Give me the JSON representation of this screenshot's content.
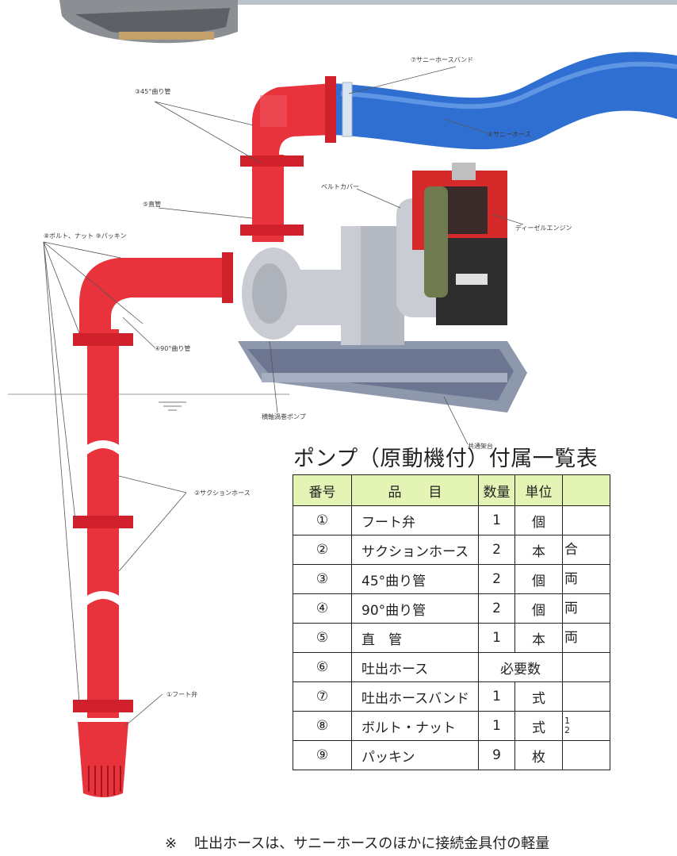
{
  "diagram": {
    "labels": {
      "elbow_45": "③45°曲り管",
      "hose_band": "⑦サニーホースバンド",
      "sunny_hose": "⑥サニーホース",
      "belt_cover": "ベルトカバー",
      "straight_pipe": "⑤直管",
      "bolt_packing": "⑧ボルト、ナット ⑨パッキン",
      "diesel_engine": "ディーゼルエンジン",
      "elbow_90": "④90°曲り管",
      "pump": "横軸渦巻ポンプ",
      "base": "共通架台",
      "suction_hose": "②サクションホース",
      "foot_valve": "①フート弁"
    },
    "colors": {
      "pipe_red": "#e8323c",
      "hose_blue": "#2f6fd2",
      "engine_red": "#d62a2a",
      "pump_gray": "#c9ccd2",
      "base_gray": "#8e98ad",
      "cover_olive": "#6f7a4f"
    }
  },
  "table": {
    "title": "ポンプ（原動機付）付属一覧表",
    "headers": [
      "番号",
      "品　　目",
      "数量",
      "単位",
      ""
    ],
    "rows": [
      {
        "no": "①",
        "item": "フート弁",
        "qty": "1",
        "unit": "個",
        "note": ""
      },
      {
        "no": "②",
        "item": "サクションホース",
        "qty": "2",
        "unit": "本",
        "note": "合"
      },
      {
        "no": "③",
        "item": "45°曲り管",
        "qty": "2",
        "unit": "個",
        "note": "両"
      },
      {
        "no": "④",
        "item": "90°曲り管",
        "qty": "2",
        "unit": "個",
        "note": "両"
      },
      {
        "no": "⑤",
        "item": "直　管",
        "qty": "1",
        "unit": "本",
        "note": "両"
      },
      {
        "no": "⑥",
        "item": "吐出ホース",
        "qty_unit": "必要数",
        "note": ""
      },
      {
        "no": "⑦",
        "item": "吐出ホースバンド",
        "qty": "1",
        "unit": "式",
        "note": ""
      },
      {
        "no": "⑧",
        "item": "ボルト・ナット",
        "qty": "1",
        "unit": "式",
        "note": "1\n2"
      },
      {
        "no": "⑨",
        "item": "パッキン",
        "qty": "9",
        "unit": "枚",
        "note": ""
      }
    ]
  },
  "footnote": {
    "mark": "※",
    "text": "吐出ホースは、サニーホースのほかに接続金具付の軽量"
  }
}
